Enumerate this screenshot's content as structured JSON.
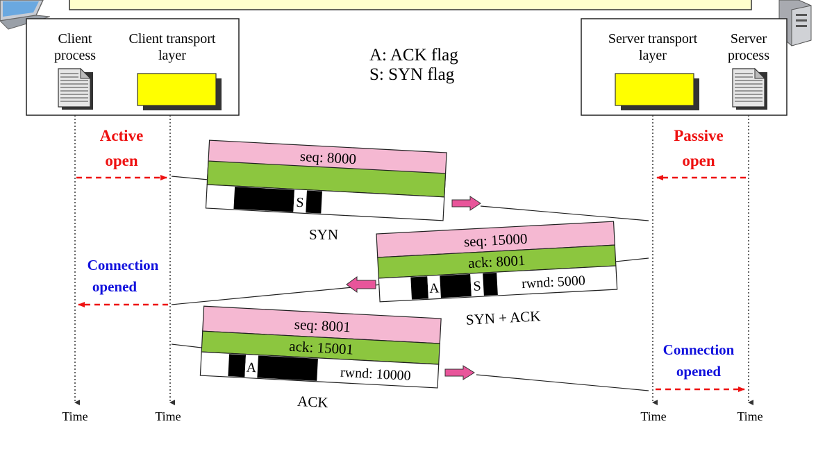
{
  "client": {
    "process_label": [
      "Client",
      "process"
    ],
    "transport_label": [
      "Client transport",
      "layer"
    ]
  },
  "server": {
    "transport_label": [
      "Server transport",
      "layer"
    ],
    "process_label": [
      "Server",
      "process"
    ]
  },
  "legend": {
    "ack": "A: ACK flag",
    "syn": "S: SYN flag"
  },
  "events": {
    "active_open": [
      "Active",
      "open"
    ],
    "passive_open": [
      "Passive",
      "open"
    ],
    "client_connection_opened": [
      "Connection",
      "opened"
    ],
    "server_connection_opened": [
      "Connection",
      "opened"
    ]
  },
  "segments": {
    "syn": {
      "seq": "seq: 8000",
      "flags": [
        "S"
      ],
      "caption": "SYN"
    },
    "syn_ack": {
      "seq": "seq: 15000",
      "ack": "ack: 8001",
      "flags": [
        "A",
        "S"
      ],
      "rwnd": "rwnd: 5000",
      "caption": "SYN + ACK"
    },
    "ack": {
      "seq": "seq: 8001",
      "ack": "ack: 15001",
      "flags": [
        "A"
      ],
      "rwnd": "rwnd: 10000",
      "caption": "ACK"
    }
  },
  "time_labels": [
    "Time",
    "Time",
    "Time",
    "Time"
  ],
  "colors": {
    "active_red": "#ee1111",
    "connection_blue": "#1111dd",
    "header_pink": "#f5b8d2",
    "header_green": "#8cc63f",
    "layer_yellow": "#ffff00",
    "arrow_pink": "#e8559a"
  },
  "icons": {
    "client_computer": "laptop-icon",
    "server_computer": "server-icon",
    "document": "document-icon"
  }
}
